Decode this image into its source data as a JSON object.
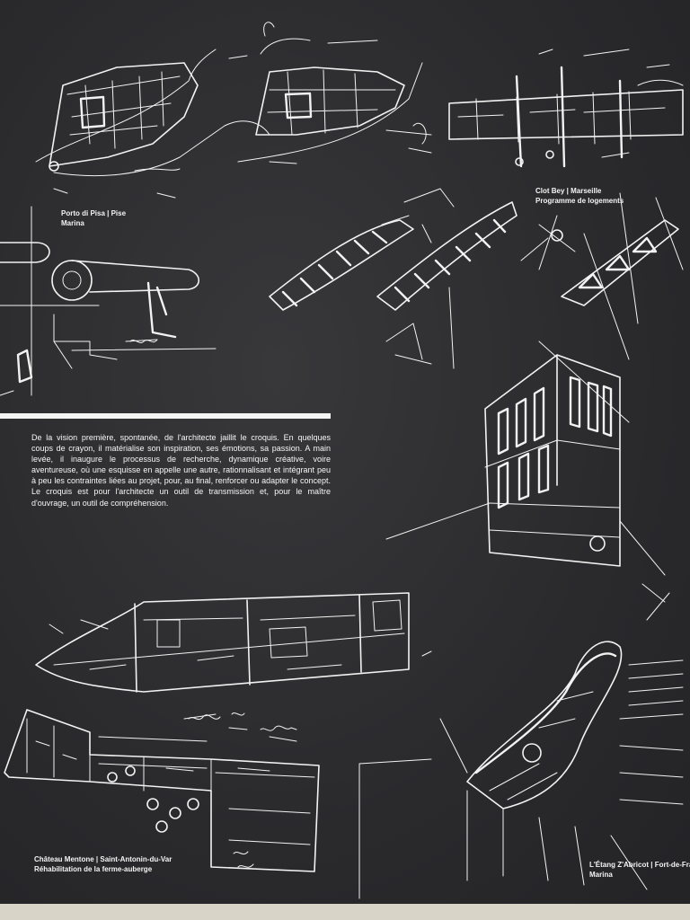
{
  "poster": {
    "intro_text": "De la vision première, spontanée, de l'architecte jaillit le croquis. En quelques coups de crayon, il matérialise son inspiration, ses émotions, sa passion. A main levée, il inaugure le processus de recherche, dynamique créative, voire aventureuse, où une esquisse en appelle une autre, rationnalisant et intégrant peu à peu les contraintes liées au projet, pour, au final, renforcer ou adapter le concept. Le croquis est pour l'architecte un outil de transmission et, pour le maître d'ouvrage, un outil de compréhension."
  },
  "captions": {
    "porto": {
      "line1": "Porto di Pisa | Pise",
      "line2": "Marina"
    },
    "clot": {
      "line1": "Clot Bey | Marseille",
      "line2": "Programme de logements"
    },
    "chateau": {
      "line1": "Château Mentone | Saint-Antonin-du-Var",
      "line2": "Réhabilitation de la ferme-auberge"
    },
    "etang": {
      "line1": "L'Étang Z'Abricot | Fort-de-France",
      "line2": "Marina"
    }
  },
  "colors": {
    "board": "#2b2b2e",
    "chalk": "#f2f2f2",
    "strip": "#d9d4c8"
  }
}
